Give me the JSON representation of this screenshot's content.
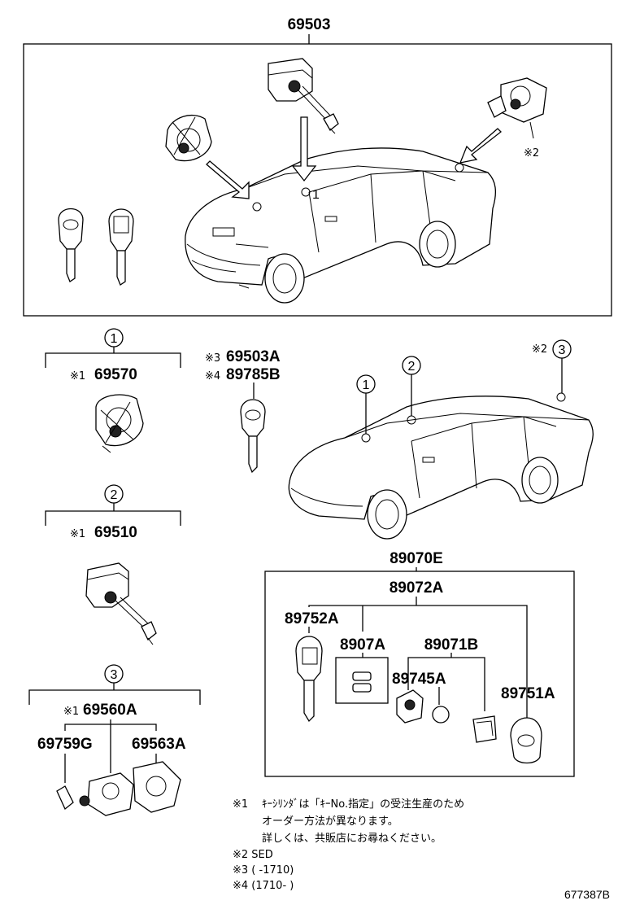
{
  "labels": {
    "p69503": "69503",
    "p69570": "69570",
    "p69510": "69510",
    "p69560A": "69560A",
    "p69759G": "69759G",
    "p69563A": "69563A",
    "p69503A": "69503A",
    "p89785B": "89785B",
    "p89070E": "89070E",
    "p89072A": "89072A",
    "p89752A": "89752A",
    "p8907A": "8907A",
    "p89071B": "89071B",
    "p89745A": "89745A",
    "p89751A": "89751A"
  },
  "marks": {
    "m1_69570": "※1",
    "m1_69510": "※1",
    "m1_69560A": "※1",
    "m3": "※3",
    "m4": "※4",
    "m2_top": "※2",
    "m2_car": "※2"
  },
  "callouts": {
    "c1": "1",
    "c2": "2",
    "c3": "3",
    "car_c1": "1",
    "car_c2": "2",
    "car_c3": "3",
    "small1": "1"
  },
  "notes": {
    "n1_mark": "※1",
    "n1_line1": "ｷｰｼﾘﾝﾀﾞは「ｷｰNo.指定」の受注生産のため",
    "n1_line2": "オーダー方法が異なります。",
    "n1_line3": "詳しくは、共販店にお尋ねください。",
    "n2": "※2 SED",
    "n3": "※3 (      -1710)",
    "n4": "※4 (1710-      )"
  },
  "ref": "677387B"
}
